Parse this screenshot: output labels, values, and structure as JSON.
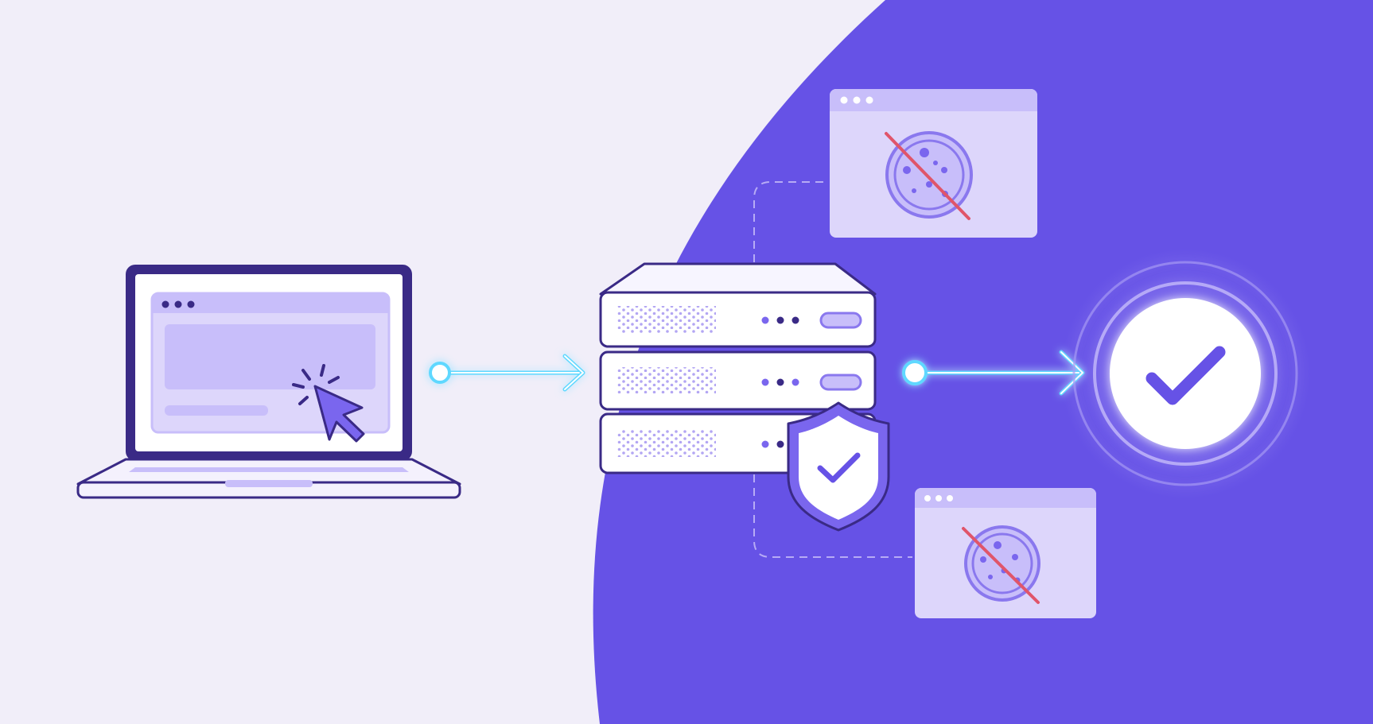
{
  "colors": {
    "page_background": "#f1eef9",
    "panel_background": "#6652e6",
    "outline": "#3a2a86",
    "light_fill": "#ddd6fb",
    "mid_fill": "#c8befa",
    "accent": "#7a66ee",
    "connector_glow": "#5fd8ff",
    "blocked_slash": "#e0556a",
    "white": "#ffffff"
  },
  "flow": [
    {
      "step": "user-click",
      "icon": "laptop-with-cursor-icon"
    },
    {
      "step": "server",
      "icon": "server-stack-icon",
      "badge": "shield-check-icon"
    },
    {
      "step": "success",
      "icon": "check-circle-icon"
    }
  ],
  "blocked_items": [
    {
      "icon": "cookie-blocked-icon"
    },
    {
      "icon": "cookie-blocked-icon"
    }
  ]
}
